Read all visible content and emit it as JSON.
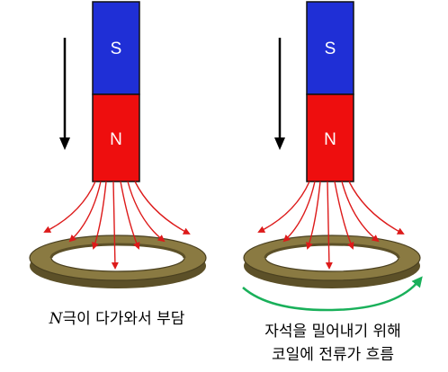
{
  "colors": {
    "south": "#1f2fd6",
    "north": "#ee0e0e",
    "field_line": "#dd1a1a",
    "ring_face": "#8a7a42",
    "ring_side": "#5c5028",
    "current_arrow": "#19b05a",
    "motion_arrow": "#000000"
  },
  "left_panel": {
    "magnet": {
      "top_label": "S",
      "bottom_label": "N"
    },
    "caption": {
      "symbol": "N",
      "text": "극이 다가와서 부담"
    }
  },
  "right_panel": {
    "magnet": {
      "top_label": "S",
      "bottom_label": "N"
    },
    "caption": {
      "line1": "자석을 밀어내기 위해",
      "line2": "코일에 전류가 흐름"
    }
  },
  "icons": [
    "down-arrow-icon",
    "field-arrow-icon",
    "circular-arrow-icon"
  ]
}
